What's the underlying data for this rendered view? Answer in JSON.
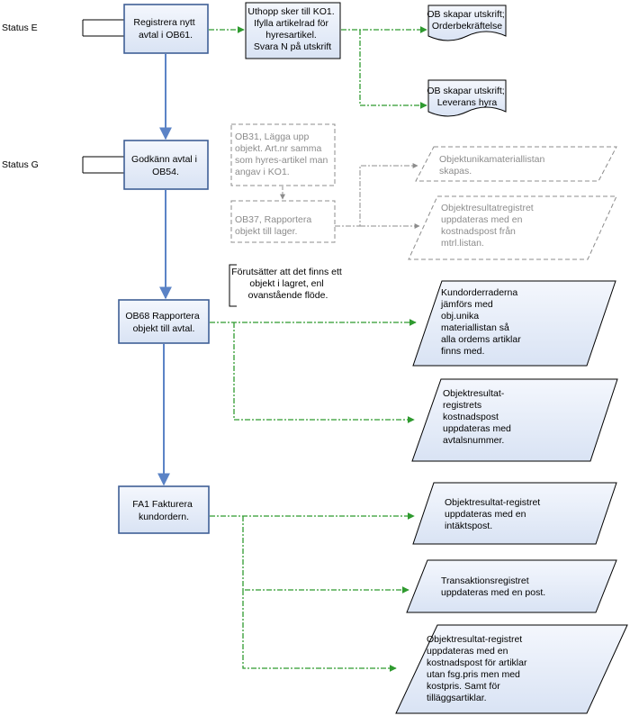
{
  "status_labels": {
    "e": "Status E",
    "g": "Status G"
  },
  "process": {
    "registrera": [
      "Registrera nytt",
      "avtal i OB61."
    ],
    "godkann": [
      "Godkänn avtal i",
      "OB54."
    ],
    "ob68": [
      "OB68  Rapportera",
      "objekt till avtal."
    ],
    "fa1": [
      "FA1 Fakturera",
      "kundordern."
    ]
  },
  "uthopp": [
    "Uthopp sker till KO1.",
    "Ifylla artikelrad för",
    "hyresartikel.",
    "Svara N på utskrift"
  ],
  "documents": {
    "orderbekraftelse": [
      "OB skapar utskrift;",
      "Orderbekräftelse"
    ],
    "leverans": [
      "OB skapar utskrift;",
      "Leverans hyra"
    ]
  },
  "optional_flow": {
    "ob31": [
      "OB31, Lägga upp",
      "objekt. Art.nr samma",
      "som hyres-artikel man",
      "angav i KO1."
    ],
    "ob37": [
      "OB37, Rapportera",
      "objekt till lager."
    ],
    "objektunika": [
      "Objektunikamateriallistan",
      "skapas."
    ],
    "objektresultat_gray": [
      "Objektresultatregistret",
      "uppdateras med en",
      "kostnadspost från",
      "mtrl.listan."
    ]
  },
  "annotation": [
    "Förutsätter att det finns ett",
    "objekt i lagret, enl",
    "ovanstående flöde."
  ],
  "data_items": {
    "kundorderraderna": [
      "Kundorderraderna",
      "jämförs med",
      "obj.unika",
      "materiallistan så",
      "alla ordems artiklar",
      "finns med."
    ],
    "objektresultat_avtal": [
      "Objektresultat-",
      "registrets",
      "kostnadspost",
      "uppdateras med",
      "avtalsnummer."
    ],
    "intaktspost": [
      "Objektresultat-registret",
      "uppdateras med en",
      "intäktspost."
    ],
    "transaktion": [
      "Transaktionsregistret",
      "uppdateras med en post."
    ],
    "kostnadspost": [
      "Objektresultat-registret",
      "uppdateras med en",
      "kostnadspost för artiklar",
      "utan fsg.pris men med",
      "kostpris. Samt för",
      "tilläggsartiklar."
    ]
  },
  "colors": {
    "box_fill": "#e9eef8",
    "box_stroke": "#3f5f96",
    "main_arrow": "#5b83c6",
    "green_flow": "#2f9a2f",
    "gray_dash": "#8c8c8c"
  }
}
